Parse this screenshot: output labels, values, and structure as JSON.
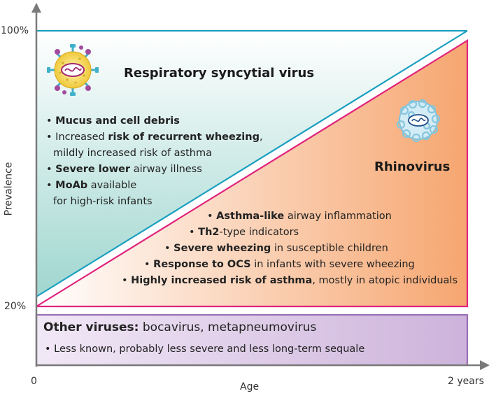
{
  "axes": {
    "y_label": "Prevalence",
    "y_top": "100%",
    "y_bottom": "20%",
    "x_start": "0",
    "x_end": "2 years",
    "x_label": "Age"
  },
  "rsv": {
    "title": "Respiratory syncytial virus",
    "items": [
      [
        {
          "b": true,
          "t": "Mucus and cell debris"
        }
      ],
      [
        {
          "b": false,
          "t": "Increased "
        },
        {
          "b": true,
          "t": "risk of recurrent wheezing"
        },
        {
          "b": false,
          "t": ","
        }
      ],
      [
        {
          "b": false,
          "t": "mildly increased risk of asthma"
        }
      ],
      [
        {
          "b": true,
          "t": "Severe lower"
        },
        {
          "b": false,
          "t": " airway illness"
        }
      ],
      [
        {
          "b": true,
          "t": "MoAb"
        },
        {
          "b": false,
          "t": " available"
        }
      ],
      [
        {
          "b": false,
          "t": "for high-risk infants"
        }
      ]
    ],
    "bullet_flags": [
      true,
      true,
      false,
      true,
      true,
      false
    ]
  },
  "rhino": {
    "title": "Rhinovirus",
    "items": [
      [
        {
          "b": true,
          "t": "Asthma-like"
        },
        {
          "b": false,
          "t": " airway inflammation"
        }
      ],
      [
        {
          "b": true,
          "t": "Th2"
        },
        {
          "b": false,
          "t": "-type indicators"
        }
      ],
      [
        {
          "b": true,
          "t": "Severe wheezing"
        },
        {
          "b": false,
          "t": " in susceptible children"
        }
      ],
      [
        {
          "b": true,
          "t": "Response to OCS"
        },
        {
          "b": false,
          "t": " in infants with severe wheezing"
        }
      ],
      [
        {
          "b": true,
          "t": "Highly increased risk of asthma"
        },
        {
          "b": false,
          "t": ", mostly in atopic individuals"
        }
      ]
    ]
  },
  "other": {
    "title_bold": "Other viruses:",
    "title_rest": " bocavirus, metapneumovirus",
    "note": "Less known, probably less severe and less long-term sequale"
  },
  "bullet_char": "•",
  "colors": {
    "rsv_fill": "#b9e1dc",
    "rsv_line": "#1a9fc0",
    "rhino_fill": "#f7b48a",
    "rhino_line": "#e0237c",
    "other_fill": "#dcc8e6",
    "other_line": "#9a6fb4",
    "axis": "#7a7a7a"
  },
  "icons": [
    "rsv-virus-icon",
    "rhinovirus-icon"
  ]
}
